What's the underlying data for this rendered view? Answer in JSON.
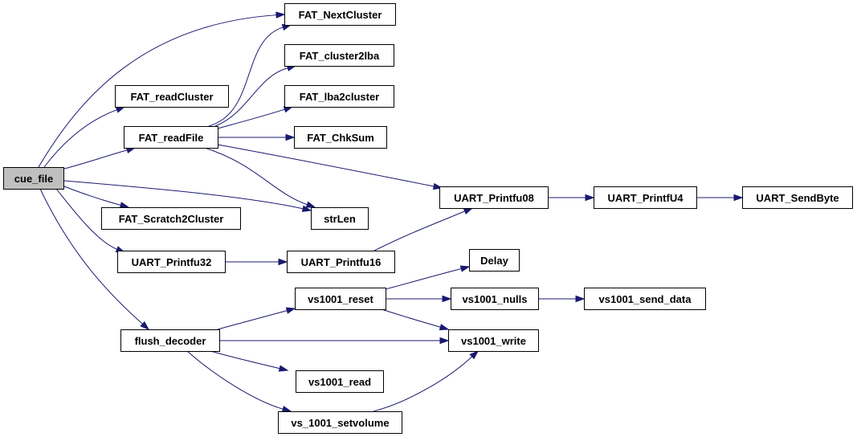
{
  "diagram": {
    "type": "call-graph",
    "root": "cue_file",
    "nodes": [
      {
        "id": "cue_file",
        "label": "cue_file"
      },
      {
        "id": "FAT_NextCluster",
        "label": "FAT_NextCluster"
      },
      {
        "id": "FAT_cluster2lba",
        "label": "FAT_cluster2lba"
      },
      {
        "id": "FAT_readCluster",
        "label": "FAT_readCluster"
      },
      {
        "id": "FAT_lba2cluster",
        "label": "FAT_lba2cluster"
      },
      {
        "id": "FAT_readFile",
        "label": "FAT_readFile"
      },
      {
        "id": "FAT_ChkSum",
        "label": "FAT_ChkSum"
      },
      {
        "id": "UART_Printfu08",
        "label": "UART_Printfu08"
      },
      {
        "id": "UART_PrintfU4",
        "label": "UART_PrintfU4"
      },
      {
        "id": "UART_SendByte",
        "label": "UART_SendByte"
      },
      {
        "id": "FAT_Scratch2Cluster",
        "label": "FAT_Scratch2Cluster"
      },
      {
        "id": "strLen",
        "label": "strLen"
      },
      {
        "id": "UART_Printfu32",
        "label": "UART_Printfu32"
      },
      {
        "id": "UART_Printfu16",
        "label": "UART_Printfu16"
      },
      {
        "id": "Delay",
        "label": "Delay"
      },
      {
        "id": "vs1001_reset",
        "label": "vs1001_reset"
      },
      {
        "id": "vs1001_nulls",
        "label": "vs1001_nulls"
      },
      {
        "id": "vs1001_send_data",
        "label": "vs1001_send_data"
      },
      {
        "id": "flush_decoder",
        "label": "flush_decoder"
      },
      {
        "id": "vs1001_write",
        "label": "vs1001_write"
      },
      {
        "id": "vs1001_read",
        "label": "vs1001_read"
      },
      {
        "id": "vs_1001_setvolume",
        "label": "vs_1001_setvolume"
      }
    ],
    "edges": [
      {
        "from": "cue_file",
        "to": "FAT_NextCluster"
      },
      {
        "from": "cue_file",
        "to": "FAT_readCluster"
      },
      {
        "from": "cue_file",
        "to": "FAT_readFile"
      },
      {
        "from": "cue_file",
        "to": "strLen"
      },
      {
        "from": "cue_file",
        "to": "FAT_Scratch2Cluster"
      },
      {
        "from": "cue_file",
        "to": "UART_Printfu32"
      },
      {
        "from": "cue_file",
        "to": "flush_decoder"
      },
      {
        "from": "FAT_readFile",
        "to": "FAT_NextCluster"
      },
      {
        "from": "FAT_readFile",
        "to": "FAT_cluster2lba"
      },
      {
        "from": "FAT_readFile",
        "to": "FAT_lba2cluster"
      },
      {
        "from": "FAT_readFile",
        "to": "FAT_ChkSum"
      },
      {
        "from": "FAT_readFile",
        "to": "UART_Printfu08"
      },
      {
        "from": "FAT_readFile",
        "to": "strLen"
      },
      {
        "from": "UART_Printfu08",
        "to": "UART_PrintfU4"
      },
      {
        "from": "UART_PrintfU4",
        "to": "UART_SendByte"
      },
      {
        "from": "UART_Printfu32",
        "to": "UART_Printfu16"
      },
      {
        "from": "UART_Printfu16",
        "to": "UART_Printfu08"
      },
      {
        "from": "flush_decoder",
        "to": "vs1001_reset"
      },
      {
        "from": "flush_decoder",
        "to": "vs1001_write"
      },
      {
        "from": "flush_decoder",
        "to": "vs1001_read"
      },
      {
        "from": "flush_decoder",
        "to": "vs_1001_setvolume"
      },
      {
        "from": "vs1001_reset",
        "to": "Delay"
      },
      {
        "from": "vs1001_reset",
        "to": "vs1001_nulls"
      },
      {
        "from": "vs1001_reset",
        "to": "vs1001_write"
      },
      {
        "from": "vs1001_nulls",
        "to": "vs1001_send_data"
      },
      {
        "from": "vs_1001_setvolume",
        "to": "vs1001_write"
      }
    ]
  },
  "colors": {
    "edge": "#191970",
    "root_fill": "#bfbfbf",
    "node_fill": "#ffffff",
    "node_border": "#000000"
  }
}
